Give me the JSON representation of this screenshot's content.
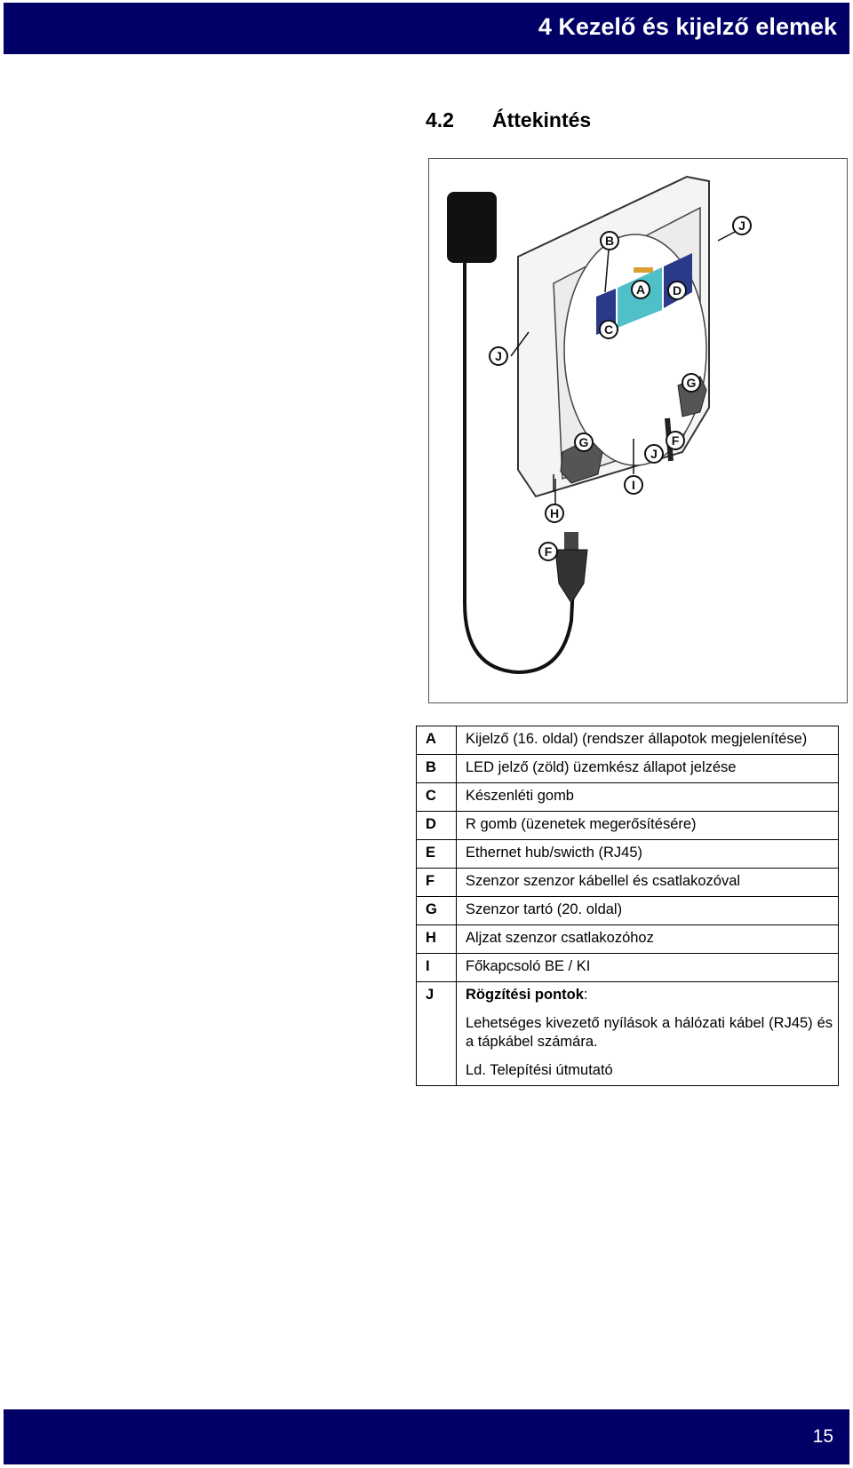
{
  "header": {
    "title": "4 Kezelő és kijelző elemek"
  },
  "section": {
    "number": "4.2",
    "title": "Áttekintés"
  },
  "figure": {
    "callouts": [
      "A",
      "B",
      "C",
      "D",
      "F",
      "F",
      "G",
      "G",
      "H",
      "I",
      "J",
      "J",
      "J"
    ]
  },
  "legend": {
    "rows": [
      {
        "key": "A",
        "text": "Kijelző (16. oldal) (rendszer állapotok megjelenítése)"
      },
      {
        "key": "B",
        "text": "LED jelző (zöld) üzemkész állapot jelzése"
      },
      {
        "key": "C",
        "text": "Készenléti gomb"
      },
      {
        "key": "D",
        "text": "R gomb (üzenetek megerősítésére)"
      },
      {
        "key": "E",
        "text": "Ethernet hub/swicth (RJ45)"
      },
      {
        "key": "F",
        "text": "Szenzor szenzor kábellel és csatlakozóval"
      },
      {
        "key": "G",
        "text": "Szenzor tartó (20. oldal)"
      },
      {
        "key": "H",
        "text": "Aljzat szenzor csatlakozóhoz"
      },
      {
        "key": "I",
        "text": "Főkapcsoló BE / KI"
      },
      {
        "key": "J",
        "title": "Rögzítési pontok",
        "title_suffix": ":",
        "line2": "Lehetséges kivezető nyílások a hálózati kábel (RJ45) és a tápkábel számára.",
        "line3": "Ld. Telepítési útmutató"
      }
    ]
  },
  "footer": {
    "page_number": "15"
  }
}
